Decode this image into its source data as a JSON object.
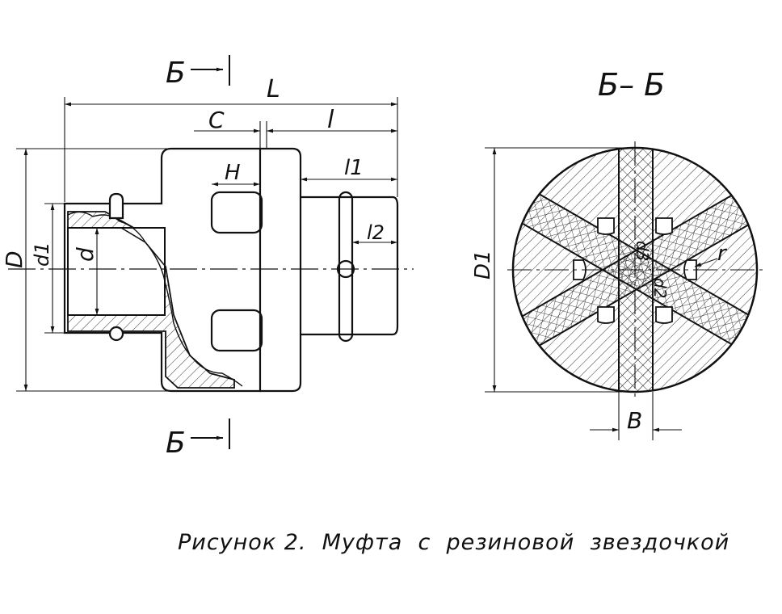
{
  "section_marks": {
    "top": "Б",
    "bottom": "Б",
    "section_title": "Б– Б"
  },
  "dims": {
    "L": "L",
    "C": "C",
    "l": "l",
    "H": "H",
    "l1": "l1",
    "l2": "l2",
    "D": "D",
    "d1": "d1",
    "d": "d",
    "D1": "D1",
    "d3": "d3",
    "d2": "d2",
    "r": "r",
    "B": "B"
  },
  "caption": "Рисунок 2.  Муфта  с  резиновой  звездочкой"
}
